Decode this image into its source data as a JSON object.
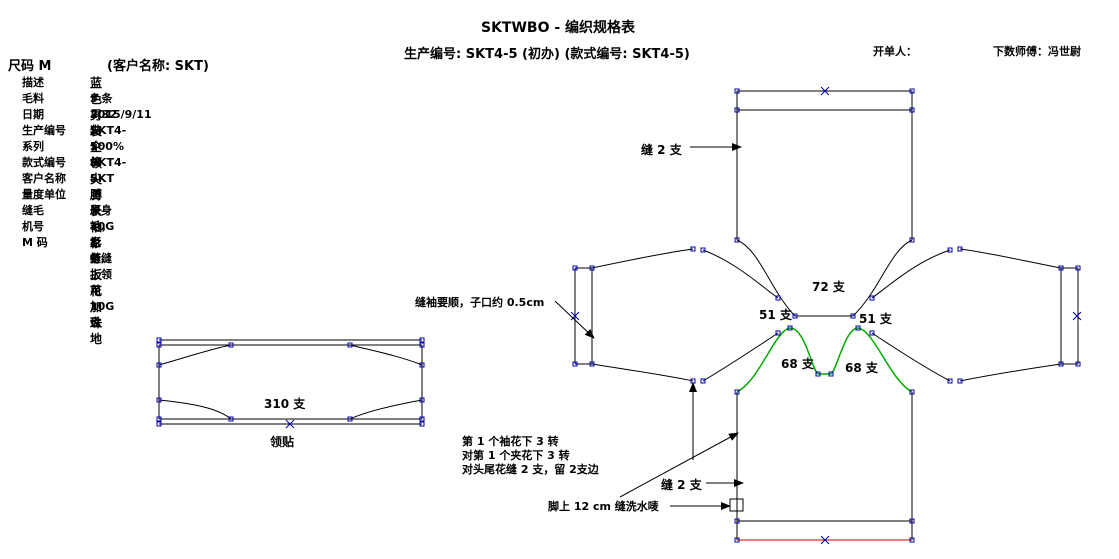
{
  "header": {
    "title": "SKTWBO - 编织规格表",
    "production_line": "生产编号: SKT4-5 (初办) (款式编号: SKT4-5)",
    "opener_label": "开单人：",
    "designer_label": "下数师傅：冯世尉",
    "size_label": "尺码  M",
    "customer_label": "(客户名称: SKT)"
  },
  "info": [
    {
      "key": "描述",
      "value": "蓝色男装企领尖膊长袖衫 - 扳花加珠地"
    },
    {
      "key": "毛料",
      "value": "3 条 2/32支100%棉"
    },
    {
      "key": "日期",
      "value": "2015/9/11"
    },
    {
      "key": "生产编号",
      "value": "SKT4-5"
    },
    {
      "key": "系列",
      "value": ""
    },
    {
      "key": "款式编号",
      "value": "SKT4-5"
    },
    {
      "key": "客户名称",
      "value": "SKT"
    },
    {
      "key": "量度单位",
      "value": "厘米"
    },
    {
      "key": "缝毛",
      "value": "原身毛，2 条缝"
    },
    {
      "key": "机号",
      "value": "10G 盘缝, 上领用10G 盘"
    },
    {
      "key": "M 码",
      "value": "1 打"
    }
  ],
  "collar": {
    "count_label": "310 支",
    "name_label": "领贴"
  },
  "annotations": {
    "seam_top": "缝 2 支",
    "sleeve_note": "缝袖要顺，子口约 0.5cm",
    "neck_count": "72 支",
    "left_shoulder": "51 支",
    "right_shoulder": "51 支",
    "left_neck_curve": "68 支",
    "right_neck_curve": "68 支",
    "note_line1": "第 1 个袖花下 3 转",
    "note_line2": "对第 1 个夹花下 3 转",
    "note_line3": "对头尾花缝 2 支，留 2支边",
    "seam_bottom": "缝 2 支",
    "wash_label": "脚上 12 cm 缝洗水唛"
  },
  "colors": {
    "line": "#000000",
    "point": "#0000aa",
    "neck_curve": "#00aa00",
    "hem_line": "#cc0000"
  }
}
